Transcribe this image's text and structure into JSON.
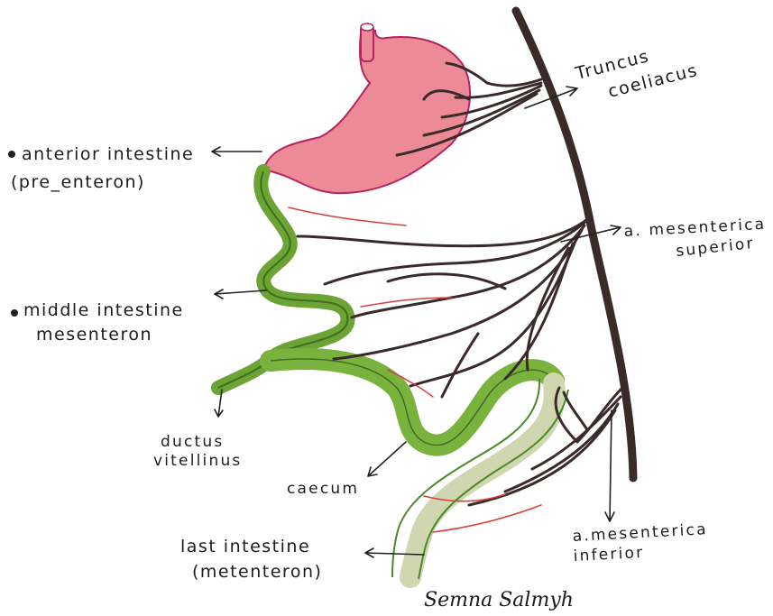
{
  "labels": {
    "truncus_line1": "Truncus",
    "truncus_line2": "coeliacus",
    "anterior_line1": "anterior intestine",
    "anterior_line2": "(pre_enteron)",
    "mes_sup_line1": "a. mesenterica",
    "mes_sup_line2": "superior",
    "middle_line1": "middle intestine",
    "middle_line2": "mesenteron",
    "ductus_line1": "ductus",
    "ductus_line2": "vitellinus",
    "caecum": "caecum",
    "mes_inf_line1": "a.mesenterica",
    "mes_inf_line2": "inferior",
    "last_line1": "last intestine",
    "last_line2": "(metenteron)"
  },
  "signature": "Semna Salmyh",
  "colors": {
    "stomach": "#ec8a98",
    "midgut": "#7ab23e",
    "hindgut": "#cfd6b0",
    "aorta": "#3a2b2b",
    "vessel_red": "#d94040"
  }
}
